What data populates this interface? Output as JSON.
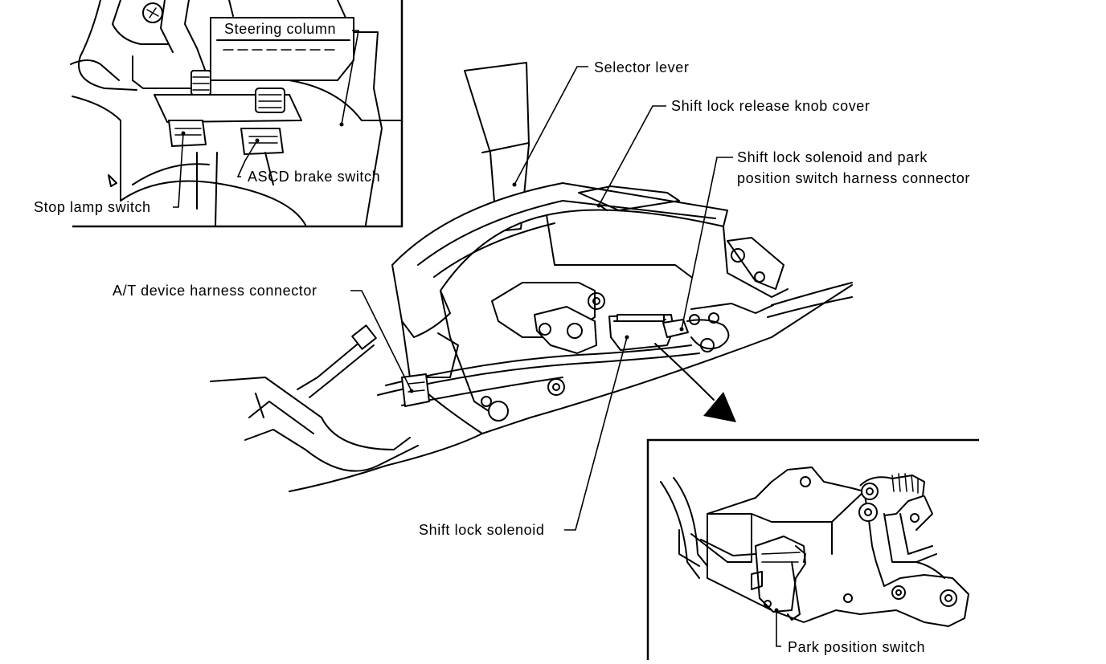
{
  "labels": {
    "steering_column": "Steering column",
    "stop_lamp_switch": "Stop lamp switch",
    "ascd_brake_switch": "ASCD brake switch",
    "selector_lever": "Selector lever",
    "shift_lock_release_knob_cover": "Shift lock release knob cover",
    "shift_lock_solenoid_connector_line1": "Shift lock solenoid and park",
    "shift_lock_solenoid_connector_line2": "position switch harness connector",
    "at_device_harness_connector": "A/T device harness connector",
    "shift_lock_solenoid": "Shift lock solenoid",
    "park_position_switch": "Park position switch"
  }
}
